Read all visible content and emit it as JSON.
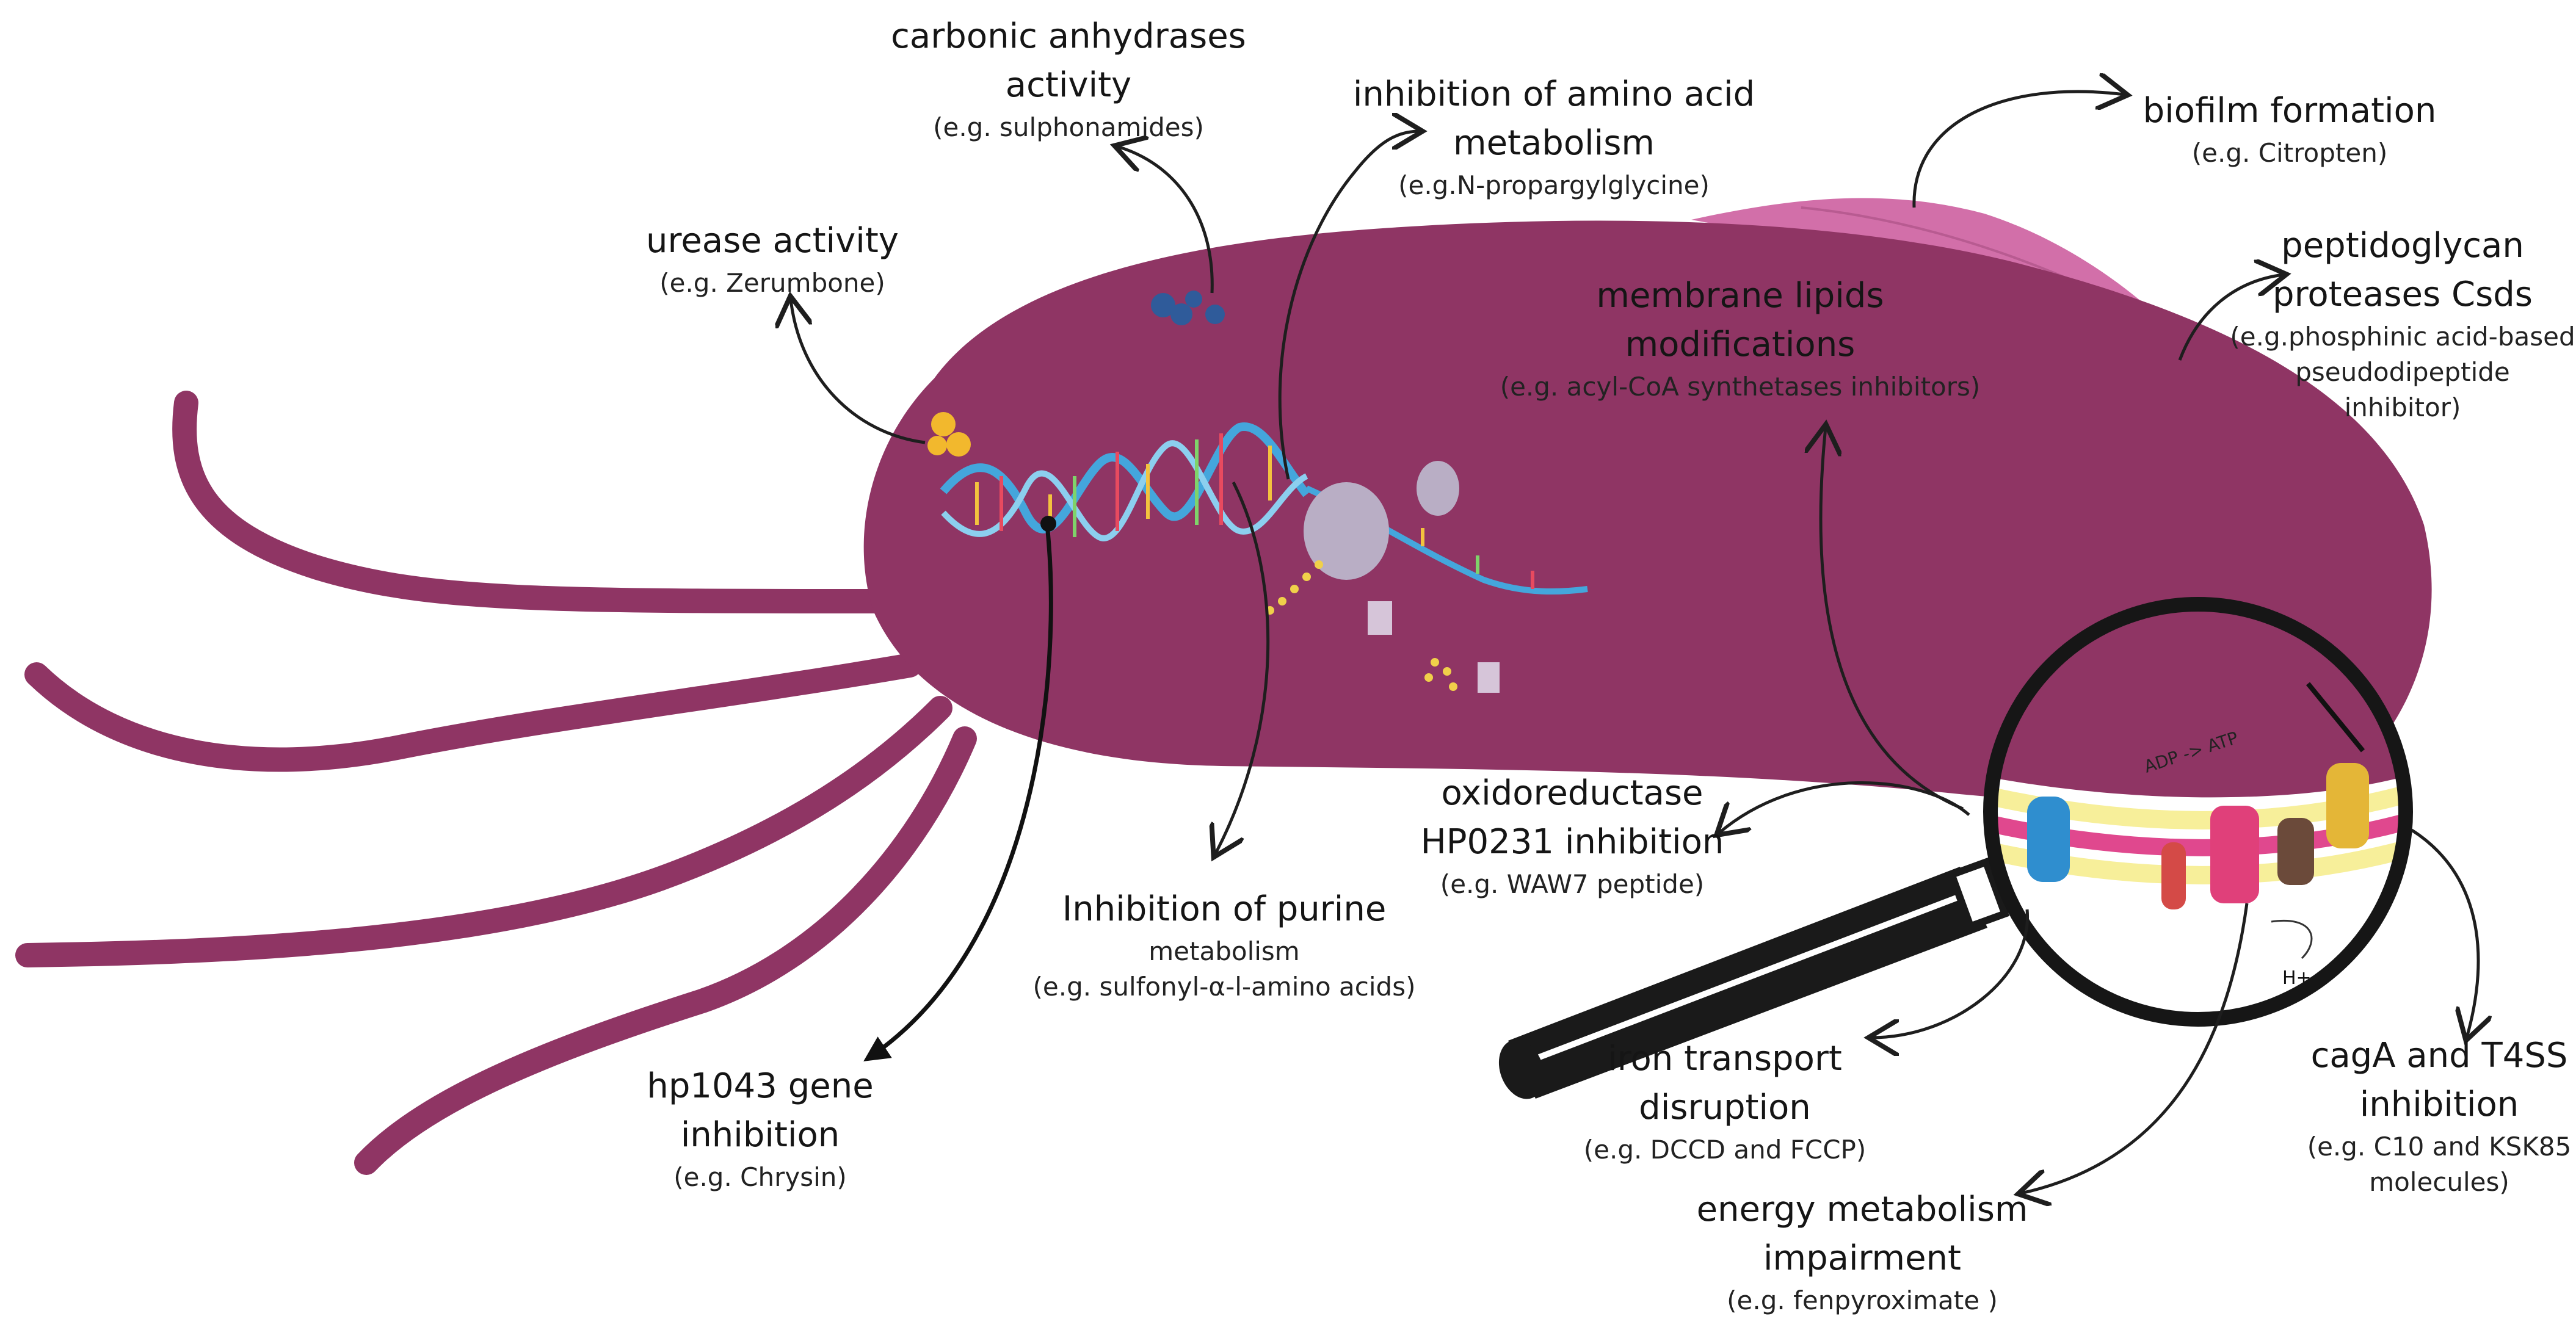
{
  "colors": {
    "cell_body": "#8f3564",
    "flagella": "#8f3564",
    "biofilm": "#d26fa9",
    "arrow": "#1e1e1e",
    "dna_blue": "#44a6dc",
    "membrane_pink": "#e0488e",
    "lipid_yellow": "#f7ef9a",
    "lens_ring": "#161616"
  },
  "labels": {
    "carbonic": {
      "title_1": "carbonic anhydrases",
      "title_2": "activity",
      "sub": "(e.g. sulphonamides)"
    },
    "amino": {
      "title_1": "inhibition of amino acid",
      "title_2": "metabolism",
      "sub": "(e.g.N-propargylglycine)"
    },
    "biofilm": {
      "title_1": "biofilm formation",
      "sub": "(e.g. Citropten)"
    },
    "urease": {
      "title_1": "urease activity",
      "sub": "(e.g. Zerumbone)"
    },
    "membrane": {
      "title_1": "membrane lipids",
      "title_2": "modifications",
      "sub": "(e.g. acyl-CoA synthetases inhibitors)"
    },
    "peptido": {
      "title_1": "peptidoglycan",
      "title_2": "proteases Csds",
      "sub_1": "(e.g.phosphinic acid-based",
      "sub_2": "pseudodipeptide",
      "sub_3": "inhibitor)"
    },
    "oxido": {
      "title_1": "oxidoreductase",
      "title_2": "HP0231 inhibition",
      "sub": "(e.g. WAW7 peptide)"
    },
    "purine": {
      "title_1": "Inhibition of purine",
      "sub_1": "metabolism",
      "sub_2": "(e.g. sulfonyl-α-l-amino acids)"
    },
    "hp1043": {
      "title_1": "hp1043 gene",
      "title_2": "inhibition",
      "sub": "(e.g. Chrysin)"
    },
    "iron": {
      "title_1": "iron transport",
      "title_2": "disruption",
      "sub": "(e.g. DCCD and FCCP)"
    },
    "cagA": {
      "title_1": "cagA and T4SS",
      "title_2": "inhibition",
      "sub_1": "(e.g. C10 and KSK85",
      "sub_2": "molecules)"
    },
    "energy": {
      "title_1": "energy metabolism",
      "title_2": "impairment",
      "sub": "(e.g. fenpyroximate )"
    }
  },
  "lens_text": {
    "atp": "ADP -> ATP",
    "proton": "H+"
  }
}
